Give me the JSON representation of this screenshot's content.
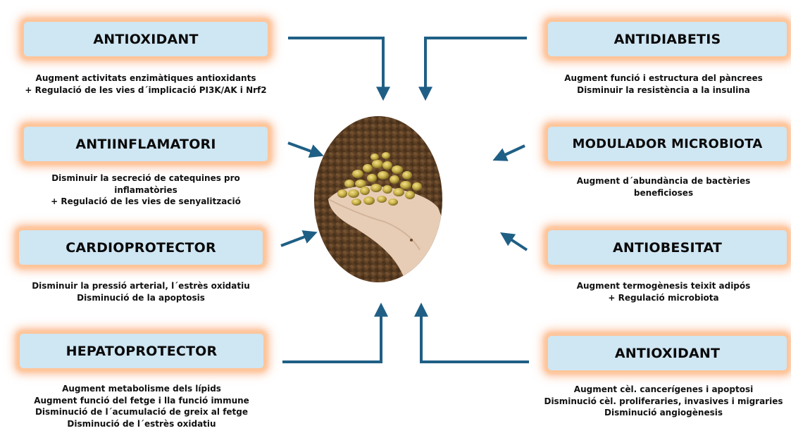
{
  "left_items": [
    {
      "title": "ANTIOXIDANT",
      "lines": [
        "Augment activitats enzimàtiques antioxidants",
        "+ Regulació de les vies d´implicació PI3K/AK i Nrf2"
      ]
    },
    {
      "title": "ANTIINFLAMATORI",
      "lines": [
        "Disminuir la secreció de catequines pro",
        "inflamatòries",
        "+ Regulació de les vies de senyalització"
      ]
    },
    {
      "title": "CARDIOPROTECTOR",
      "lines": [
        "Disminuir la pressió arterial, l´estrès oxidatiu",
        "Disminució de la apoptosis"
      ]
    },
    {
      "title": "HEPATOPROTECTOR",
      "lines": [
        "Augment metabolisme dels lípids",
        "Augment funció del fetge i lla funció immune",
        "Disminució de l´acumulació de greix al fetge",
        "Disminució de l´estrès oxidatiu"
      ]
    }
  ],
  "right_items": [
    {
      "title": "ANTIDIABETIS",
      "lines": [
        "Augment funció i estructura del pàncrees",
        "Disminuir la resistència a la insulina"
      ]
    },
    {
      "title": "MODULADOR MICROBIOTA",
      "lines": [
        "Augment d´abundància de bactèries",
        "beneficioses"
      ]
    },
    {
      "title": "ANTIOBESITAT",
      "lines": [
        "Augment termogènesis teixit adipós",
        "+ Regulació microbiota"
      ]
    },
    {
      "title": "ANTIOXIDANT",
      "lines": [
        "Augment cèl. cancerígenes i apoptosi",
        "Disminució cèl. proliferaries, invasives i migraries",
        "Disminució angiogènesis"
      ]
    }
  ],
  "colors": {
    "box_fill": "#cfe6f3",
    "box_glow": "#f59a5a",
    "arrow": "#1f5f85"
  },
  "center_image": "hand-holding-grape-seeds"
}
